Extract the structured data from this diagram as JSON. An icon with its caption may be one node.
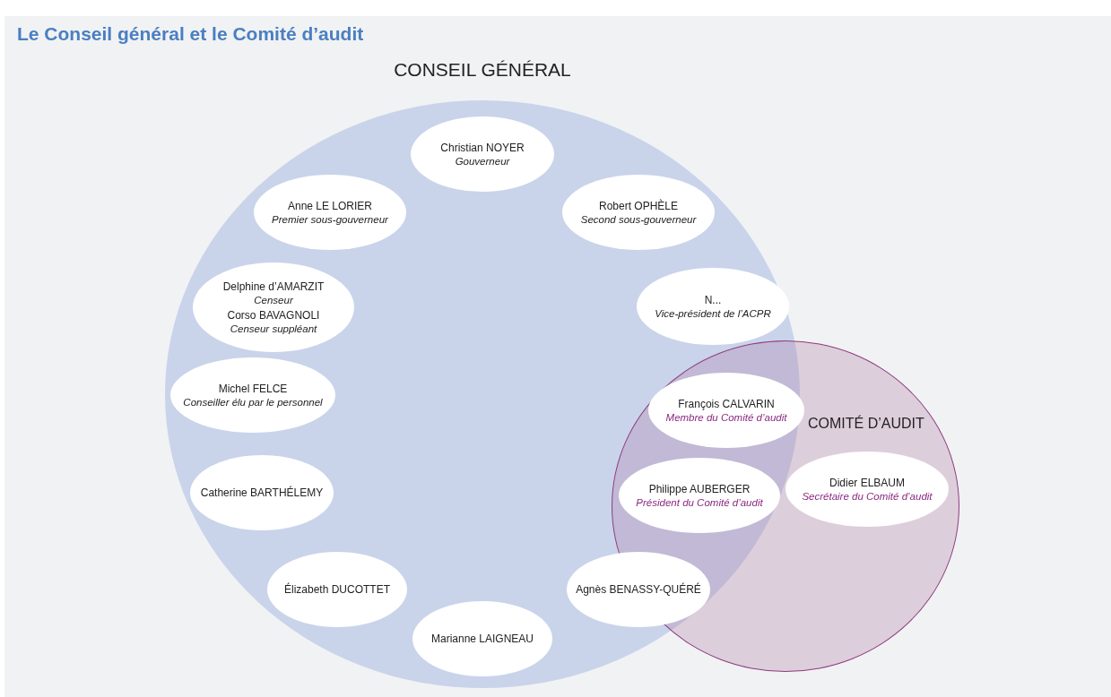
{
  "diagram": {
    "title": "Le Conseil général et le Comité d’audit",
    "nodes": [
      {
        "text": [
          "CONSEIL GÉNÉRAL"
        ]
      },
      {
        "text": [
          "Christian NOYER",
          "Gouverneur"
        ],
        "in": 0
      },
      {
        "text": [
          "Anne LE LORIER",
          "Premier sous-gouverneur"
        ],
        "in": 0
      },
      {
        "text": [
          "Robert OPHÈLE",
          "Second sous-gouverneur"
        ],
        "in": 0
      },
      {
        "text": [
          "Delphine d’AMARZIT",
          "Censeur",
          "Corso BAVAGNOLI",
          "Censeur suppléant"
        ],
        "in": 0
      },
      {
        "text": [
          "N...",
          "Vice-président de l’ACPR"
        ],
        "in": 0
      },
      {
        "text": [
          "Michel FELCE",
          "Conseiller élu par le personnel"
        ],
        "in": 0
      },
      {
        "text": [
          "François CALVARIN",
          "Membre du Comité d’audit"
        ]
      },
      {
        "text": [
          "COMITÉ D’AUDIT"
        ]
      },
      {
        "text": [
          "Catherine BARTHÉLEMY"
        ],
        "in": 0
      },
      {
        "text": [
          "Didier ELBAUM",
          "Secrétaire du Comité d’audit"
        ],
        "in": 8
      },
      {
        "text": [
          "Philippe AUBERGER",
          "Président du Comité d’audit"
        ]
      },
      {
        "text": [
          "Élizabeth DUCOTTET"
        ],
        "in": 0
      },
      {
        "text": [
          "Agnès BENASSY-QUÉRÉ"
        ],
        "in": 0
      },
      {
        "text": [
          "Marianne LAIGNEAU"
        ],
        "in": 0
      }
    ]
  }
}
